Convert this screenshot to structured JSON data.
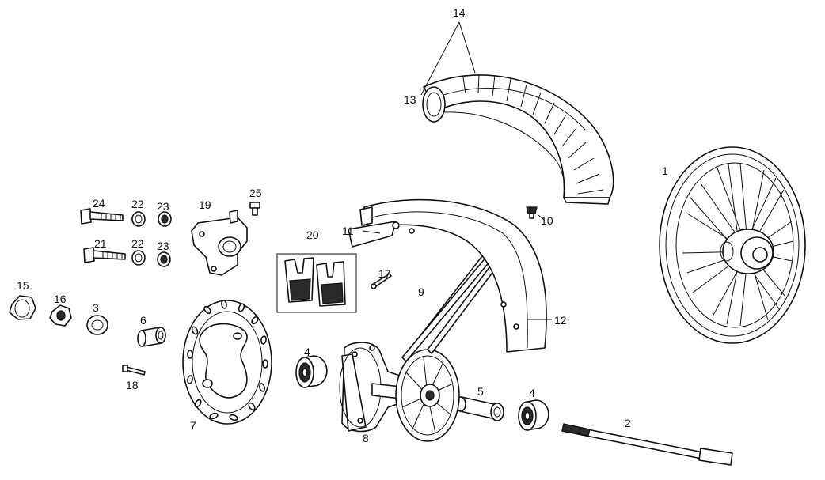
{
  "callouts": [
    {
      "id": "1",
      "label": "1"
    },
    {
      "id": "2",
      "label": "2"
    },
    {
      "id": "3",
      "label": "3"
    },
    {
      "id": "4a",
      "label": "4"
    },
    {
      "id": "4b",
      "label": "4"
    },
    {
      "id": "5",
      "label": "5"
    },
    {
      "id": "6",
      "label": "6"
    },
    {
      "id": "7",
      "label": "7"
    },
    {
      "id": "8",
      "label": "8"
    },
    {
      "id": "9",
      "label": "9"
    },
    {
      "id": "10",
      "label": "10"
    },
    {
      "id": "11",
      "label": "11"
    },
    {
      "id": "12",
      "label": "12"
    },
    {
      "id": "13",
      "label": "13"
    },
    {
      "id": "14",
      "label": "14"
    },
    {
      "id": "15",
      "label": "15"
    },
    {
      "id": "16",
      "label": "16"
    },
    {
      "id": "17",
      "label": "17"
    },
    {
      "id": "18",
      "label": "18"
    },
    {
      "id": "19",
      "label": "19"
    },
    {
      "id": "20",
      "label": "20"
    },
    {
      "id": "21",
      "label": "21"
    },
    {
      "id": "22a",
      "label": "22"
    },
    {
      "id": "22b",
      "label": "22"
    },
    {
      "id": "23a",
      "label": "23"
    },
    {
      "id": "23b",
      "label": "23"
    },
    {
      "id": "24",
      "label": "24"
    },
    {
      "id": "25",
      "label": "25"
    }
  ]
}
